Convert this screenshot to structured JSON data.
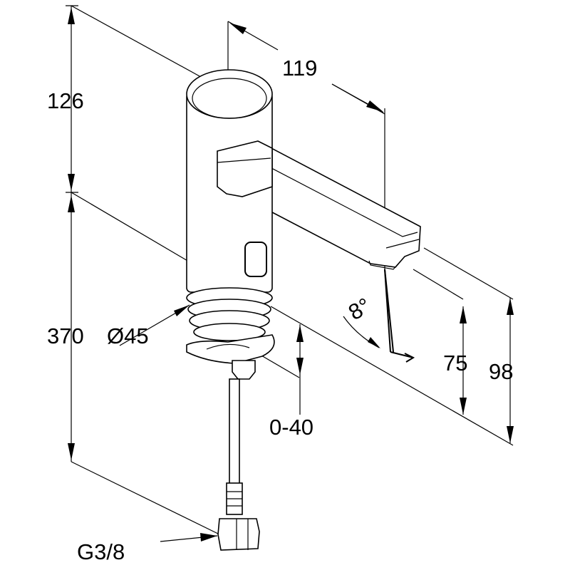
{
  "drawing": {
    "dimensions": {
      "overall_height_top": "126",
      "spout_reach": "119",
      "total_height": "370",
      "body_diameter": "Ø45",
      "spout_angle": "8°",
      "spout_height": "75",
      "spout_height_total": "98",
      "mounting_thickness": "0-40",
      "connection_thread": "G3/8"
    }
  }
}
